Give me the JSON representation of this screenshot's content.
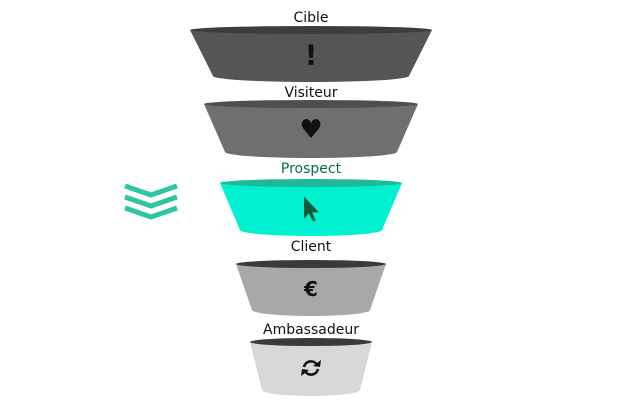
{
  "funnel": {
    "stages": [
      {
        "label": "Cible",
        "icon": "exclamation-icon",
        "glyph": "!",
        "color": "#555555",
        "rim": "#3d3d3d",
        "label_color": "#111111",
        "icon_color": "#111111",
        "active": false
      },
      {
        "label": "Visiteur",
        "icon": "heart-icon",
        "glyph": "♥",
        "color": "#6f6f6f",
        "rim": "#4e4e4e",
        "label_color": "#111111",
        "icon_color": "#111111",
        "active": false
      },
      {
        "label": "Prospect",
        "icon": "cursor-icon",
        "glyph": "",
        "color": "#00f0d2",
        "rim": "#1fb89a",
        "label_color": "#0b6b44",
        "icon_color": "#0f5a3a",
        "active": true
      },
      {
        "label": "Client",
        "icon": "euro-icon",
        "glyph": "€",
        "color": "#a8a8a8",
        "rim": "#3a3a3a",
        "label_color": "#111111",
        "icon_color": "#111111",
        "active": false
      },
      {
        "label": "Ambassadeur",
        "icon": "refresh-icon",
        "glyph": "",
        "color": "#d8d8d8",
        "rim": "#3a3a3a",
        "label_color": "#111111",
        "icon_color": "#111111",
        "active": false
      }
    ],
    "marker_icon": "chevrons-down-icon",
    "marker_color": "#2ec5a0"
  }
}
